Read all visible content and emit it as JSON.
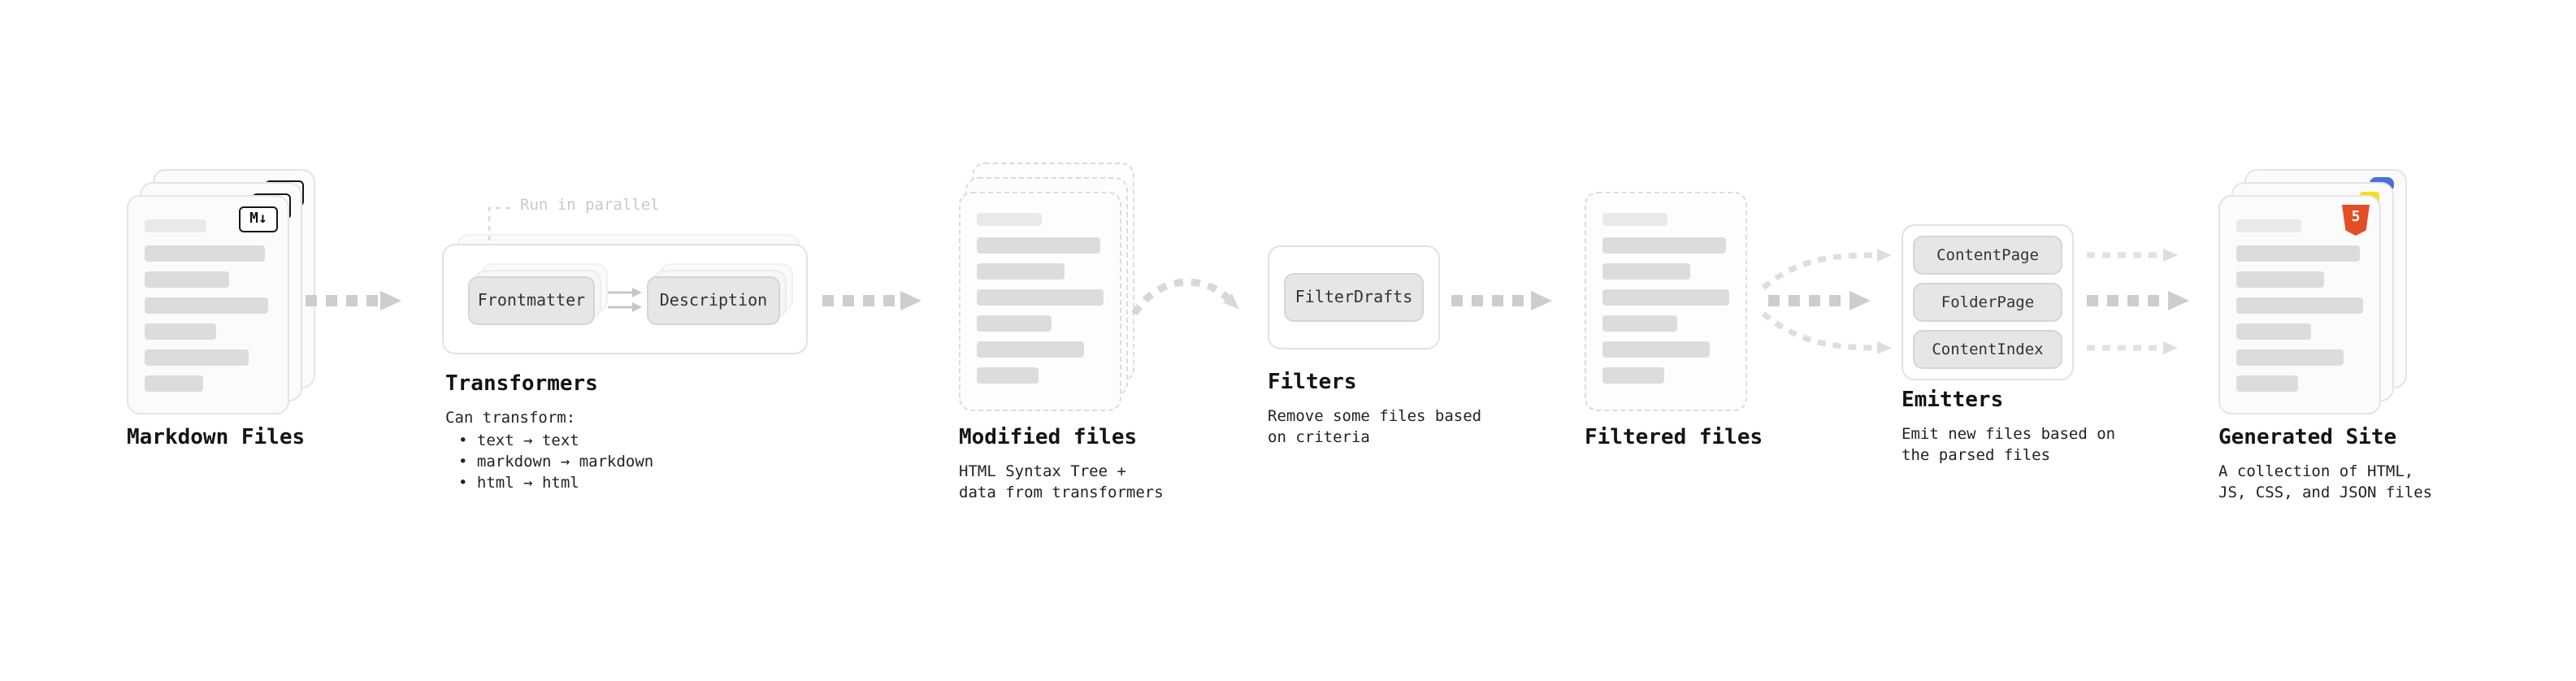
{
  "diagram": {
    "markdown_files": {
      "title": "Markdown Files",
      "badge": "M↓"
    },
    "transformers": {
      "title": "Transformers",
      "callout": "Run in parallel",
      "steps": [
        "Frontmatter",
        "Description"
      ],
      "caption": "Can transform:",
      "bullets": [
        "• text → text",
        "• markdown → markdown",
        "• html → html"
      ]
    },
    "modified_files": {
      "title": "Modified files",
      "caption": "HTML Syntax Tree +\ndata from transformers"
    },
    "filters": {
      "title": "Filters",
      "button": "FilterDrafts",
      "caption": "Remove some files based\non criteria"
    },
    "filtered_files": {
      "title": "Filtered files"
    },
    "emitters": {
      "title": "Emitters",
      "items": [
        "ContentPage",
        "FolderPage",
        "ContentIndex"
      ],
      "caption": "Emit new files based on\nthe parsed files"
    },
    "generated_site": {
      "title": "Generated Site",
      "badge": "5",
      "caption": "A collection of HTML,\nJS, CSS, and JSON files"
    },
    "colors": {
      "arrow": "#d4d4d4",
      "html5_badge": "#e44d26",
      "js_badge": "#f5de19",
      "css_badge": "#4a6fdc"
    }
  }
}
